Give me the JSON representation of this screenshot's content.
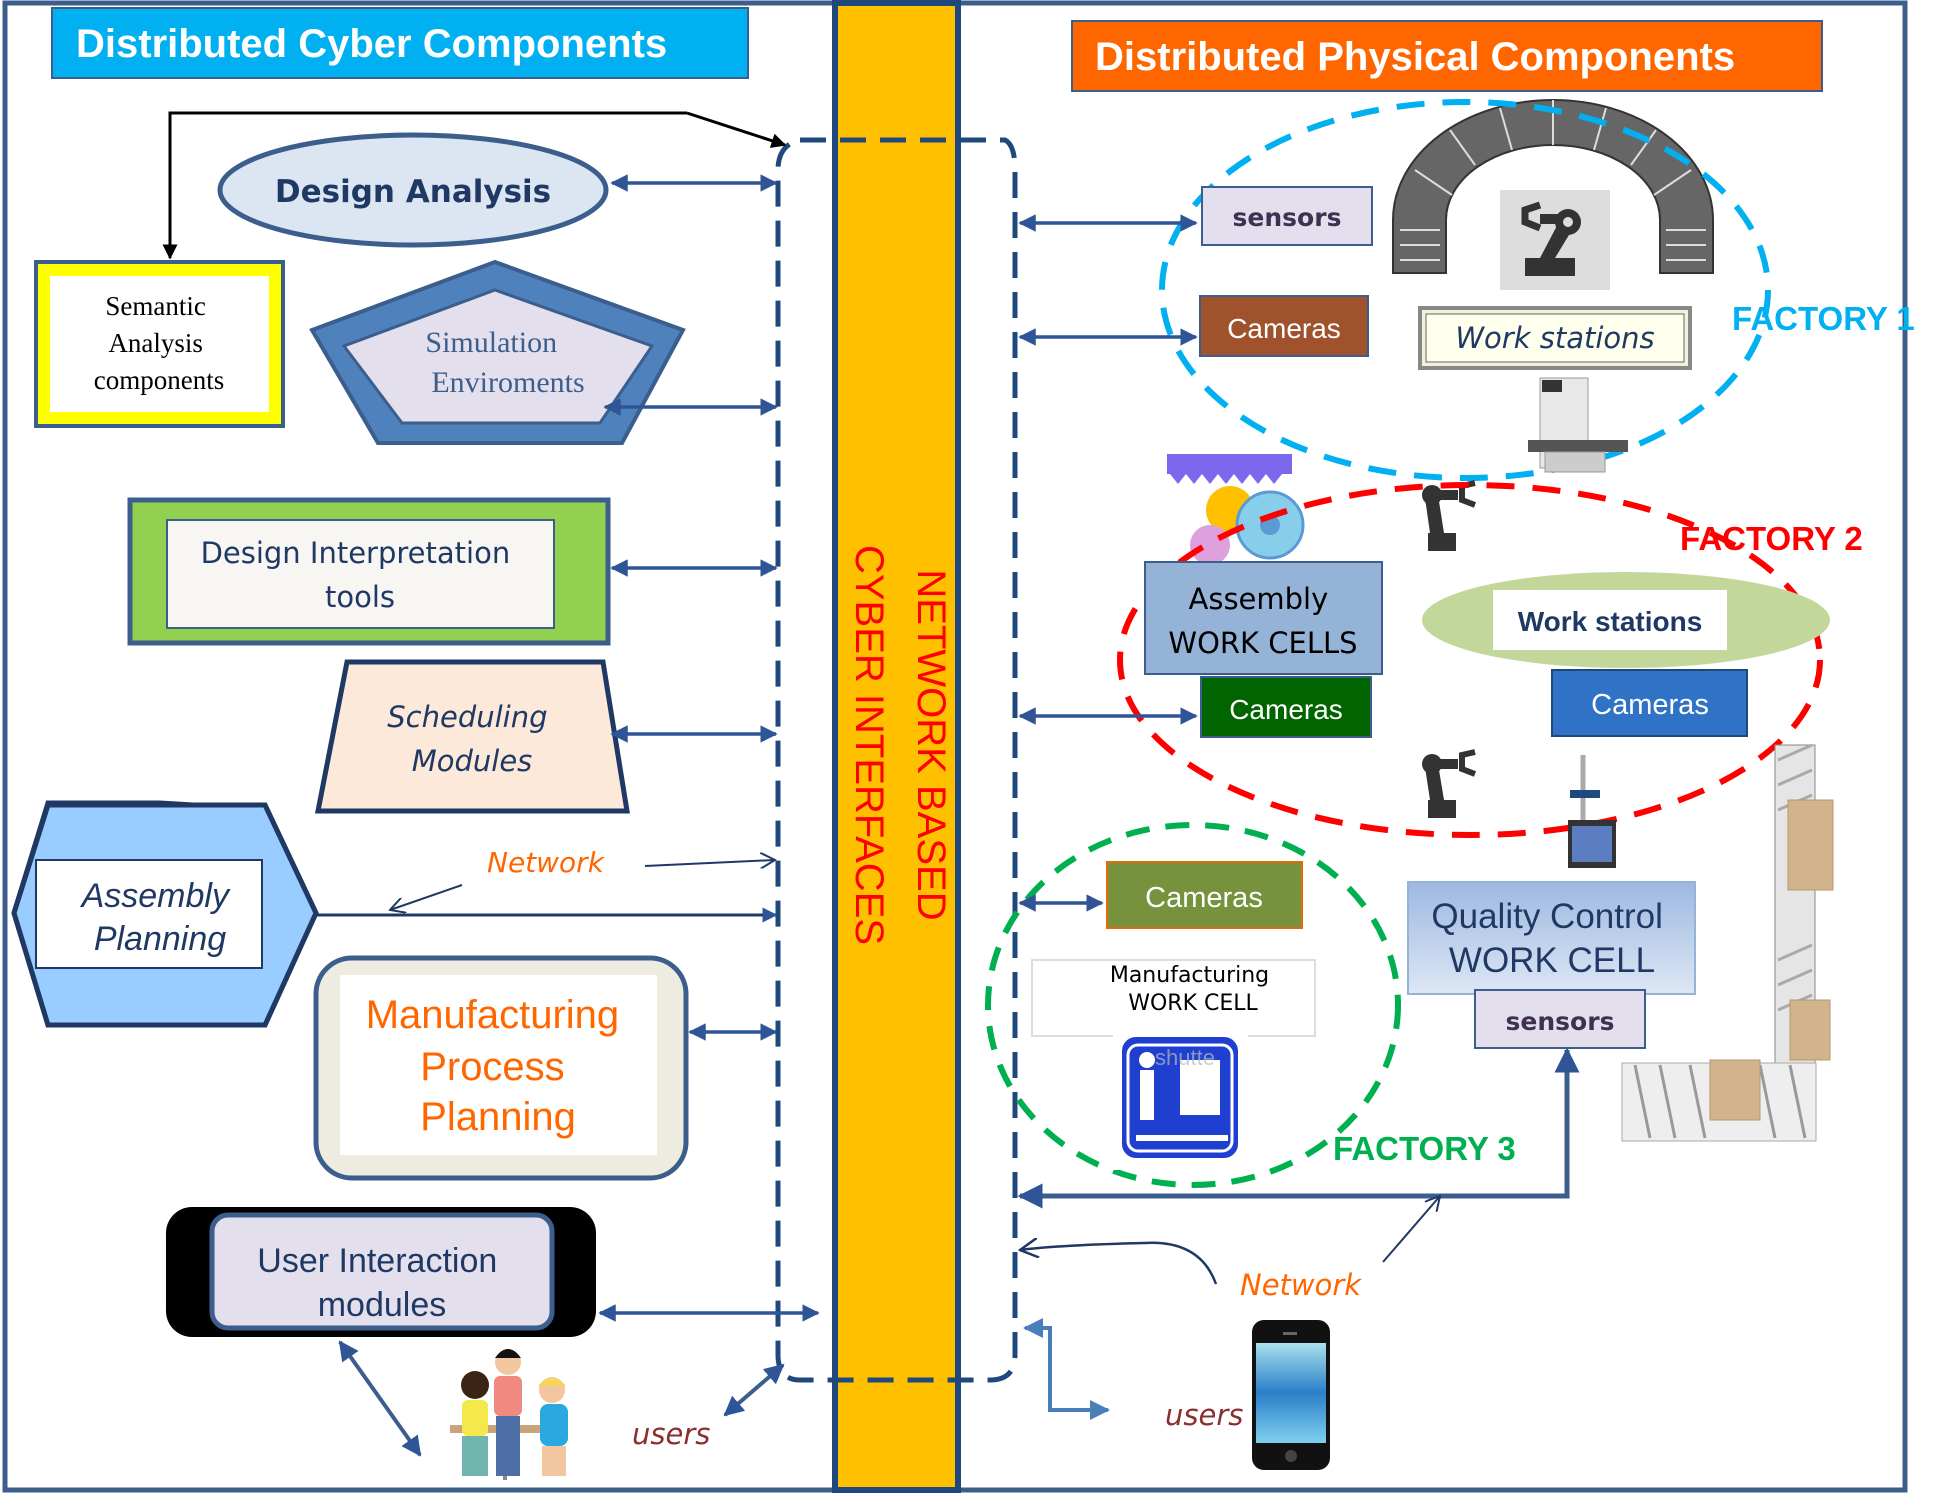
{
  "colors": {
    "frame": "#3B5E8C",
    "dash": "#1F497D",
    "bus": "#FFC000",
    "bus_text": "#FF0000",
    "cyber_header": "#00B0F0",
    "physical_header": "#FF6600",
    "factory1": "#00B0F0",
    "factory2": "#FF0000",
    "factory3": "#00B050",
    "network_text": "#FF6600",
    "users_text": "#8B2E2E"
  },
  "cyber": {
    "header": "Distributed Cyber Components",
    "design_analysis": "Design Analysis",
    "semantic": [
      "Semantic",
      "Analysis",
      "components"
    ],
    "simulation": [
      "Simulation",
      "Enviroments"
    ],
    "design_interpretation": [
      "Design Interpretation",
      "tools"
    ],
    "scheduling": [
      "Scheduling",
      "Modules"
    ],
    "assembly_planning": [
      "Assembly",
      "Planning"
    ],
    "network_label": "Network",
    "mpp": [
      "Manufacturing",
      "Process",
      "Planning"
    ],
    "user_interaction": [
      "User Interaction",
      "modules"
    ],
    "users_label": "users"
  },
  "bus": {
    "line1": "NETWORK BASED",
    "line2": "CYBER  INTERFACES"
  },
  "physical": {
    "header": "Distributed Physical Components",
    "factory1": {
      "label": "FACTORY 1",
      "sensors": "sensors",
      "cameras": "Cameras",
      "work_stations": "Work stations"
    },
    "factory2": {
      "label": "FACTORY 2",
      "assembly_cells": [
        "Assembly",
        "WORK CELLS"
      ],
      "cameras_green": "Cameras",
      "work_stations": "Work stations",
      "cameras_blue": "Cameras"
    },
    "factory3": {
      "label": "FACTORY 3",
      "cameras": "Cameras",
      "mfg_cell": [
        "Manufacturing",
        "WORK CELL"
      ],
      "watermark": "shutte"
    },
    "qc": {
      "title": [
        "Quality Control",
        "WORK CELL"
      ],
      "sensors": "sensors"
    },
    "network_label": "Network",
    "users_label": "users"
  }
}
